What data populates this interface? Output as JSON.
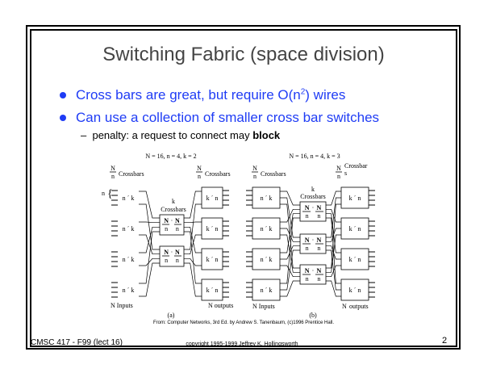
{
  "slide": {
    "title": "Switching Fabric (space division)",
    "bullets": [
      {
        "text_pre": "Cross bars are great, but require O(n",
        "sup": "2",
        "text_post": ") wires"
      },
      {
        "text": "Can use a collection of smaller cross bar switches"
      }
    ],
    "sub_bullet": {
      "dash": "–",
      "text": "penalty: a request to connect may ",
      "bold": "block"
    }
  },
  "diagram": {
    "a": {
      "title": "N = 16, n = 4, k = 2",
      "left_label": "Crossbars",
      "right_label": "Crossbars",
      "frac_num": "N",
      "frac_den": "n",
      "n_label": "n",
      "left_box": "n ´ k",
      "right_box": "k ´ n",
      "middle_label_k": "k",
      "middle_label": "Crossbars",
      "middle_box": "N · N",
      "inputs": "N Inputs",
      "outputs": "N outputs",
      "caption": "(a)"
    },
    "b": {
      "title": "N = 16, n = 4, k = 3",
      "left_label": "Crossbars",
      "right_label": "Crossbar",
      "right_label_s": "s",
      "frac_num": "N",
      "frac_den": "n",
      "left_box": "n ´ k",
      "right_box": "k ´ n",
      "middle_label_k": "k",
      "middle_label": "Crossbars",
      "middle_box": "N · N",
      "inputs": "N Inputs",
      "outputs_n": "N",
      "outputs": "outputs",
      "caption": "(b)"
    },
    "source": "From: Computer Networks, 3rd Ed. by Andrew S. Tanenbaum, (c)1996 Prentice Hall."
  },
  "footer": {
    "course": "CMSC 417 - F99  (lect 16)",
    "copyright": "copyright 1995-1999 Jeffrey K. Hollingsworth",
    "page": "2"
  },
  "colors": {
    "title": "#444444",
    "bullet": "#1f3cf5"
  }
}
